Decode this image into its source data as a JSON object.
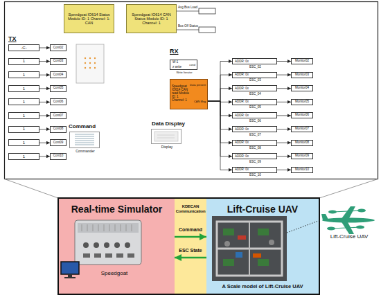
{
  "diagram": {
    "nodes": [
      {
        "text": [
          "Speedgoat IO614 Status Module ID: 1 Channel: 1-CAN"
        ]
      },
      {
        "text": [
          "Speedgoat IO614 CAN Status Module ID: 1 Channel: 1"
        ]
      },
      {
        "text": [
          "-C-"
        ]
      },
      {
        "text": [
          "Cont02"
        ]
      },
      {
        "text": [
          "1"
        ]
      },
      {
        "text": [
          "Cont03"
        ]
      },
      {
        "text": [
          "1"
        ]
      },
      {
        "text": [
          "Cont04"
        ]
      },
      {
        "text": [
          "1"
        ]
      },
      {
        "text": [
          "Cont05"
        ]
      },
      {
        "text": [
          "1"
        ]
      },
      {
        "text": [
          "Cont06"
        ]
      },
      {
        "text": [
          "1"
        ]
      },
      {
        "text": [
          "Cont07"
        ]
      },
      {
        "text": [
          "1"
        ]
      },
      {
        "text": [
          "Cont08"
        ]
      },
      {
        "text": [
          "1"
        ]
      },
      {
        "text": [
          "Cont09"
        ]
      },
      {
        "text": [
          "1"
        ]
      },
      {
        "text": [
          "Cont10"
        ]
      },
      {
        "text": [
          "Command",
          "Commander"
        ]
      },
      {
        "text": [
          "W-1",
          "z write",
          "cond",
          "Write Iterator"
        ]
      },
      {
        "text": [
          "Speedgoat IO614 CAN read Module ID: 1 Channel: 1",
          "Data present",
          "CAN Msg"
        ]
      },
      {
        "text": [
          "Data Display",
          "Display"
        ]
      },
      {
        "text": [
          "ADDR: 0x",
          "ESC_02"
        ]
      },
      {
        "text": [
          "Monitor02"
        ]
      },
      {
        "text": [
          "ADDR: 0x",
          "ESC_03"
        ]
      },
      {
        "text": [
          "Monitor03"
        ]
      },
      {
        "text": [
          "ADDR: 0x",
          "ESC_04"
        ]
      },
      {
        "text": [
          "Monitor04"
        ]
      },
      {
        "text": [
          "ADDR: 0x",
          "ESC_05"
        ]
      },
      {
        "text": [
          "Monitor05"
        ]
      },
      {
        "text": [
          "ADDR: 0x",
          "ESC_06"
        ]
      },
      {
        "text": [
          "Monitor06"
        ]
      },
      {
        "text": [
          "ADDR: 0x",
          "ESC_07"
        ]
      },
      {
        "text": [
          "Monitor07"
        ]
      },
      {
        "text": [
          "ADDR: 0x",
          "ESC_08"
        ]
      },
      {
        "text": [
          "Monitor08"
        ]
      },
      {
        "text": [
          "ADDR: 0x",
          "ESC_09"
        ]
      },
      {
        "text": [
          "Monitor09"
        ]
      },
      {
        "text": [
          "ADDR: 0x",
          "ESC_10"
        ]
      },
      {
        "text": [
          "Monitor10"
        ]
      },
      {
        "text": [
          "Real-time Simulator",
          "Speedgoat"
        ]
      },
      {
        "text": [
          "KDECAN Communication"
        ]
      },
      {
        "text": [
          "Lift-Cruise UAV",
          "A Scale model of Lift-Cruise UAV"
        ]
      }
    ],
    "edges": [
      {
        "from": 2,
        "to": 3,
        "arrow": "to"
      },
      {
        "from": 4,
        "to": 5,
        "arrow": "to"
      },
      {
        "from": 6,
        "to": 7,
        "arrow": "to"
      },
      {
        "from": 8,
        "to": 9,
        "arrow": "to"
      },
      {
        "from": 10,
        "to": 11,
        "arrow": "to"
      },
      {
        "from": 12,
        "to": 13,
        "arrow": "to"
      },
      {
        "from": 14,
        "to": 15,
        "arrow": "to"
      },
      {
        "from": 16,
        "to": 17,
        "arrow": "to"
      },
      {
        "from": 18,
        "to": 19,
        "arrow": "to"
      },
      {
        "from": 22,
        "to": 24,
        "arrow": "to"
      },
      {
        "from": 22,
        "to": 26,
        "arrow": "to"
      },
      {
        "from": 22,
        "to": 28,
        "arrow": "to"
      },
      {
        "from": 22,
        "to": 30,
        "arrow": "to"
      },
      {
        "from": 22,
        "to": 32,
        "arrow": "to"
      },
      {
        "from": 22,
        "to": 34,
        "arrow": "to"
      },
      {
        "from": 22,
        "to": 36,
        "arrow": "to"
      },
      {
        "from": 22,
        "to": 38,
        "arrow": "to"
      },
      {
        "from": 22,
        "to": 40,
        "arrow": "to"
      },
      {
        "from": 24,
        "to": 25,
        "arrow": "to"
      },
      {
        "from": 26,
        "to": 27,
        "arrow": "to"
      },
      {
        "from": 28,
        "to": 29,
        "arrow": "to"
      },
      {
        "from": 30,
        "to": 31,
        "arrow": "to"
      },
      {
        "from": 32,
        "to": 33,
        "arrow": "to"
      },
      {
        "from": 34,
        "to": 35,
        "arrow": "to"
      },
      {
        "from": 36,
        "to": 37,
        "arrow": "to"
      },
      {
        "from": 38,
        "to": 39,
        "arrow": "to"
      },
      {
        "from": 40,
        "to": 41,
        "arrow": "to"
      },
      {
        "from": 42,
        "to": 44,
        "label": "Command",
        "arrow": "to"
      },
      {
        "from": 44,
        "to": 42,
        "label": "ESC State",
        "arrow": "to"
      }
    ],
    "labels": [
      "TX",
      "RX",
      "Avg Bus Load",
      "Bus Off Status",
      "Lift-Cruise UAV"
    ]
  }
}
